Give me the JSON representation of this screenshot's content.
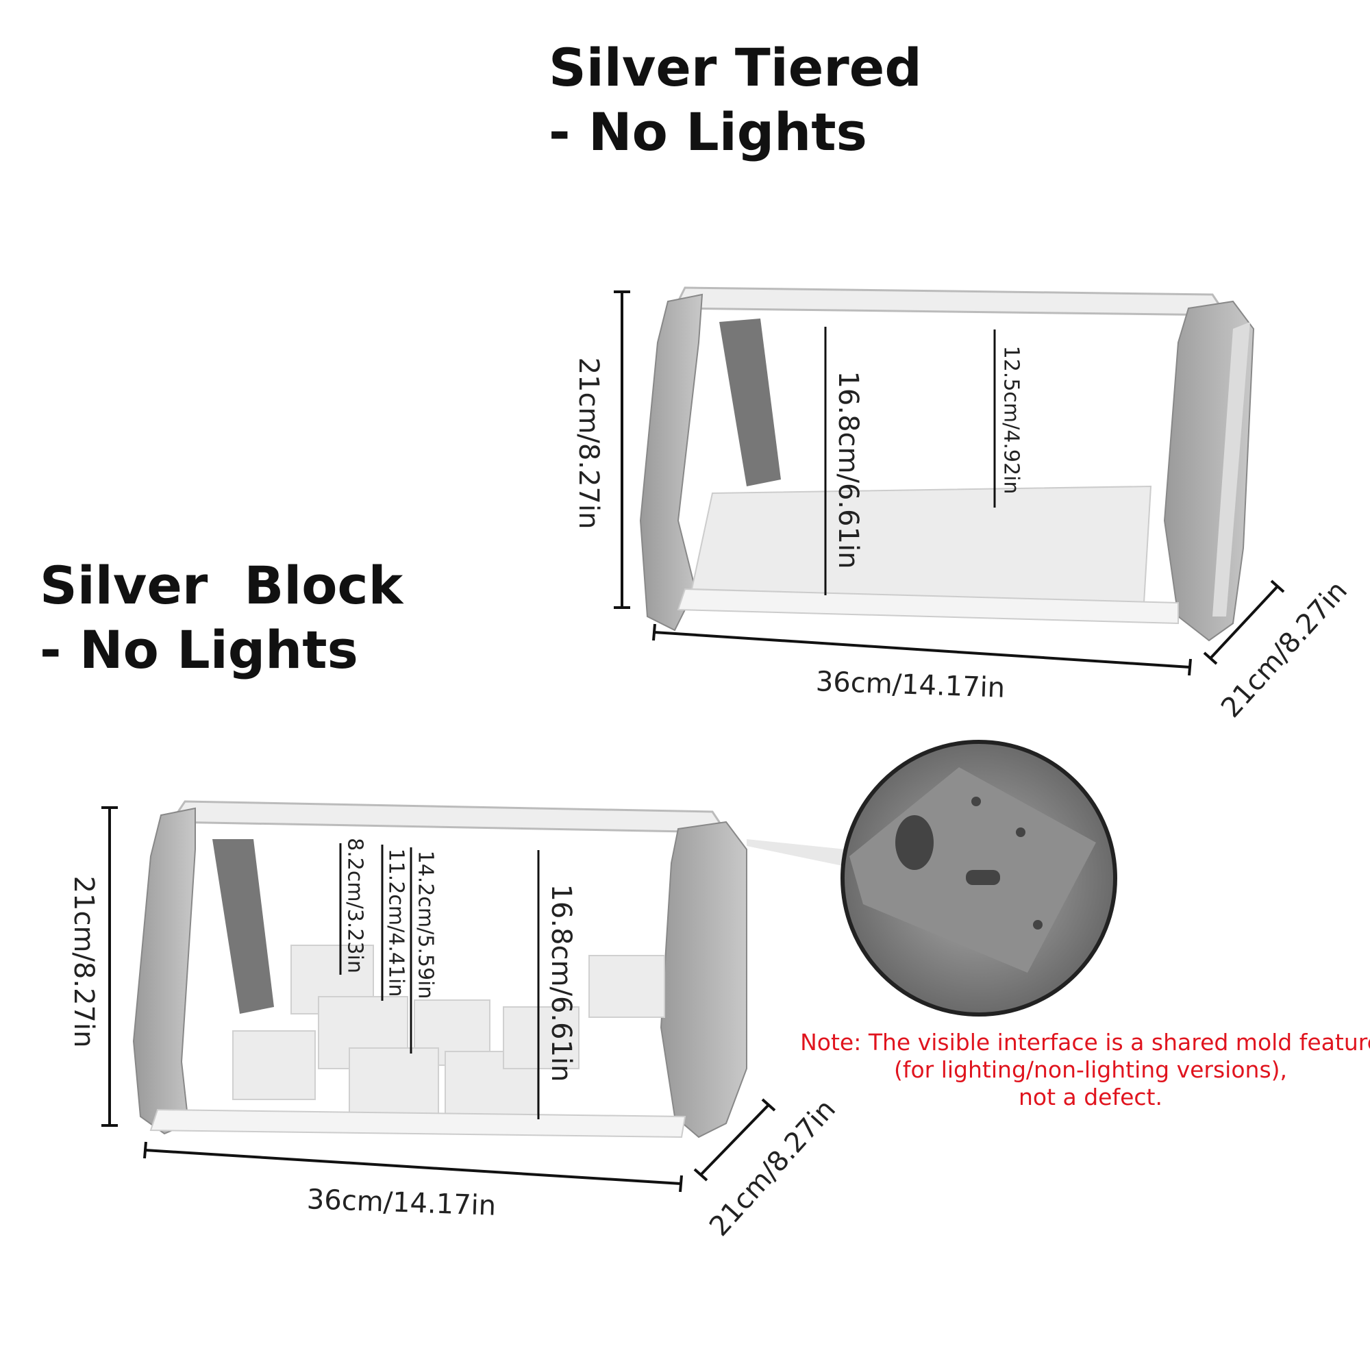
{
  "tiered": {
    "title_line1": "Silver Tiered",
    "title_line2": "- No Lights",
    "height_label": "21cm/8.27in",
    "width_label": "36cm/14.17in",
    "depth_label": "21cm/8.27in",
    "inner_height_label": "16.8cm/6.61in",
    "tier_height_label": "12.5cm/4.92in"
  },
  "block": {
    "title_line1": "Silver  Block",
    "title_line2": "- No Lights",
    "height_label": "21cm/8.27in",
    "width_label": "36cm/14.17in",
    "depth_label": "21cm/8.27in",
    "inner_height_label": "16.8cm/6.61in",
    "step_labels": [
      "8.2cm/3.23in",
      "11.2cm/4.41in",
      "14.2cm/5.59in"
    ]
  },
  "note": {
    "line1": "Note: The visible interface is a shared mold feature",
    "line2": "(for lighting/non-lighting versions),",
    "line3": "not a defect."
  },
  "colors": {
    "frame": "#a9a9a9",
    "note": "#e0141e",
    "text": "#111111"
  }
}
